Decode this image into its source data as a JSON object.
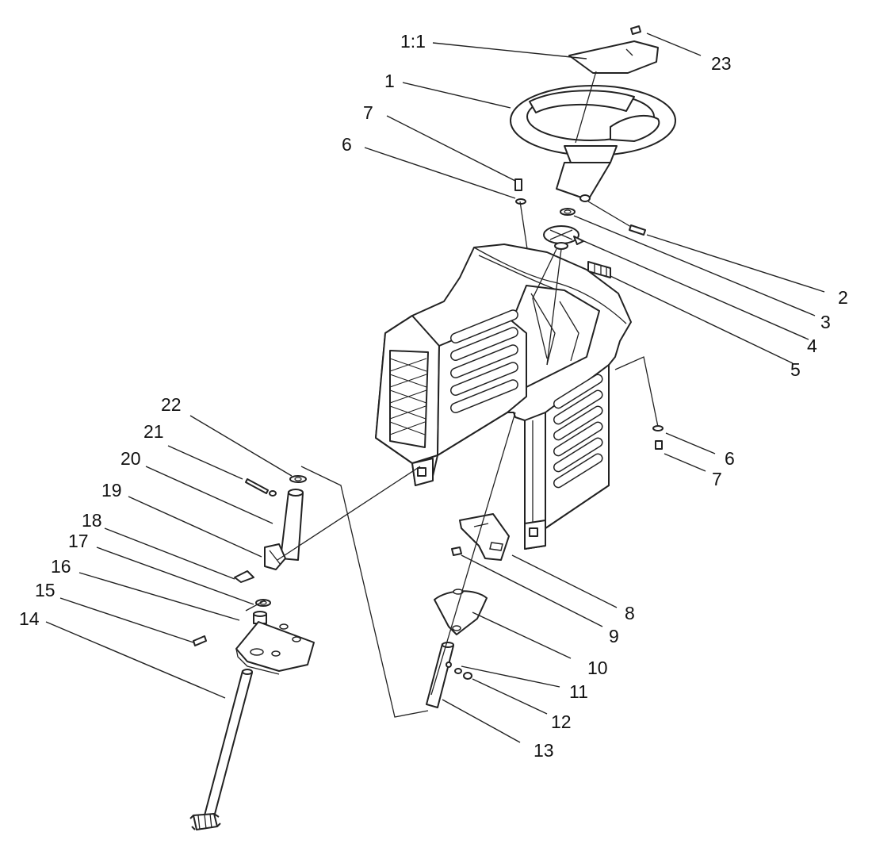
{
  "diagram": {
    "labels": {
      "p1_1": "1:1",
      "p1": "1",
      "p2": "2",
      "p3": "3",
      "p4": "4",
      "p5": "5",
      "p6a": "6",
      "p6b": "6",
      "p7a": "7",
      "p7b": "7",
      "p8": "8",
      "p9": "9",
      "p10": "10",
      "p11": "11",
      "p12": "12",
      "p13": "13",
      "p14": "14",
      "p15": "15",
      "p16": "16",
      "p17": "17",
      "p18": "18",
      "p19": "19",
      "p20": "20",
      "p21": "21",
      "p22": "22",
      "p23": "23"
    }
  }
}
